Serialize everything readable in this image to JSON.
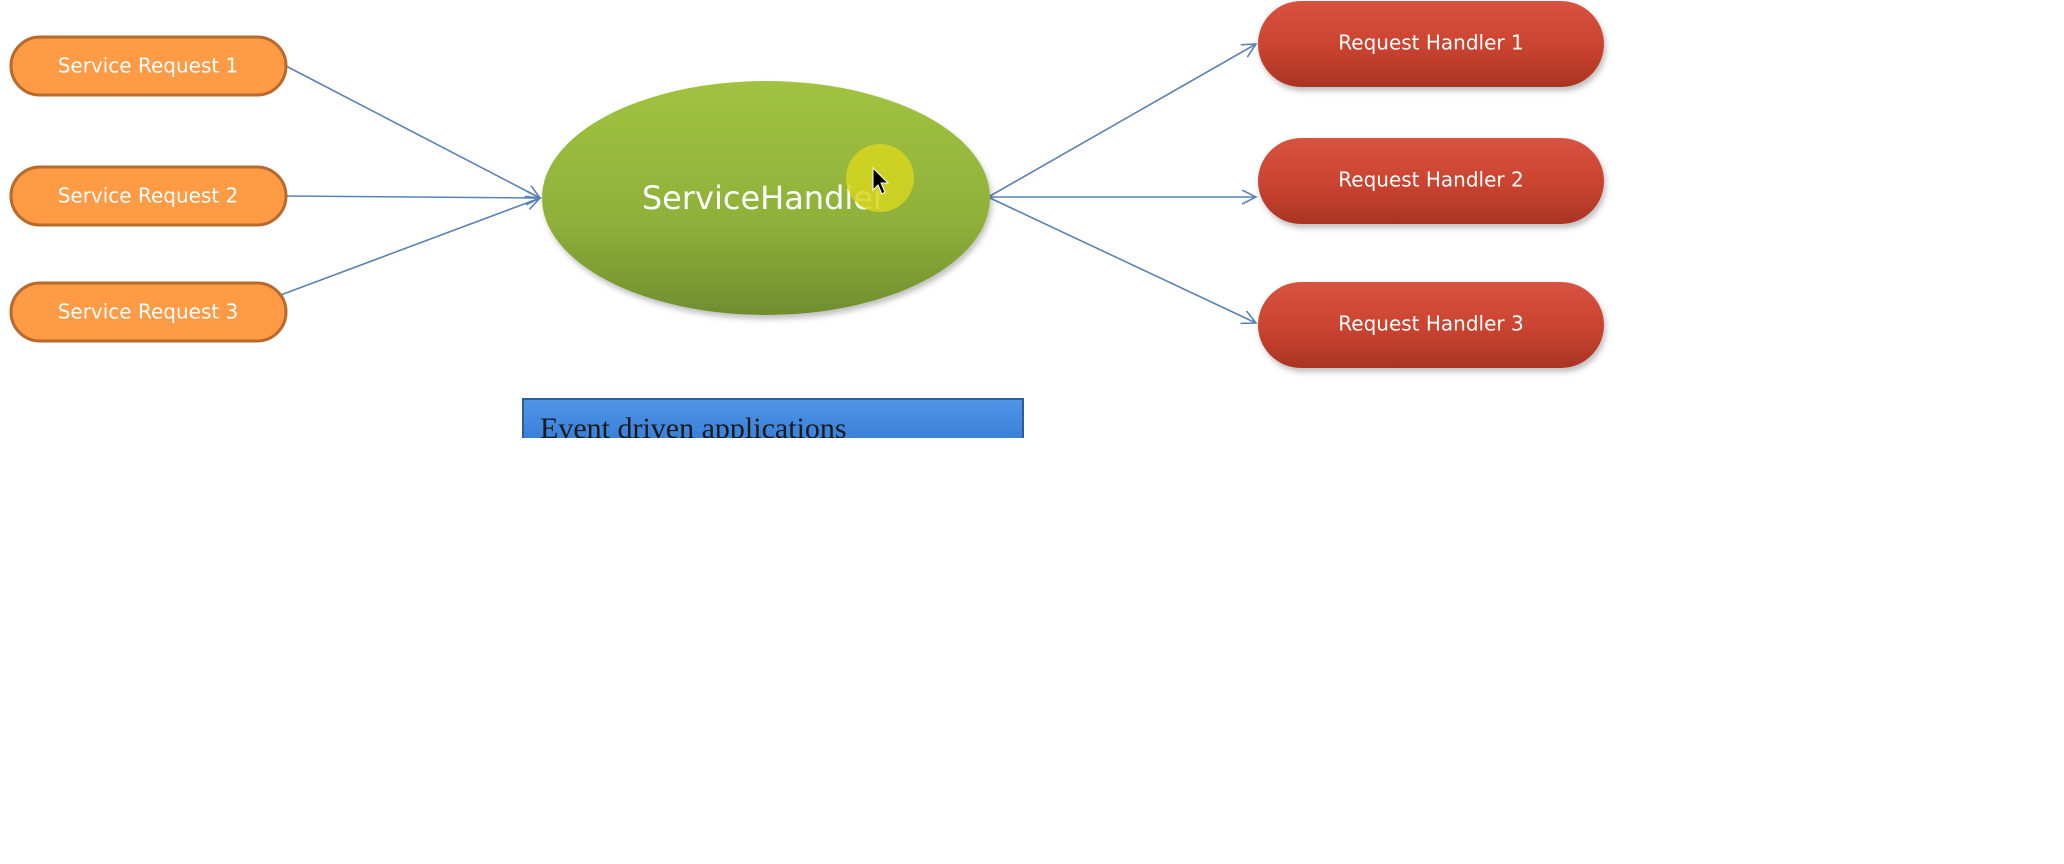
{
  "diagram": {
    "requests": [
      {
        "label": "Service Request 1"
      },
      {
        "label": "Service Request 2"
      },
      {
        "label": "Service Request 3"
      }
    ],
    "center": {
      "label": "ServiceHandler"
    },
    "handlers": [
      {
        "label": "Request Handler 1"
      },
      {
        "label": "Request Handler 2"
      },
      {
        "label": "Request Handler 3"
      }
    ],
    "caption": "Event driven applications"
  },
  "colors": {
    "request_fill": "#ff9a45",
    "request_border": "#b8692c",
    "center_fill": "#93b53c",
    "handler_fill": "#c8432f",
    "arrow": "#5b82b5",
    "caption_fill": "#4589e0",
    "cursor_highlight": "#d6d51e"
  },
  "cursor": {
    "icon": "mouse-pointer-icon"
  }
}
